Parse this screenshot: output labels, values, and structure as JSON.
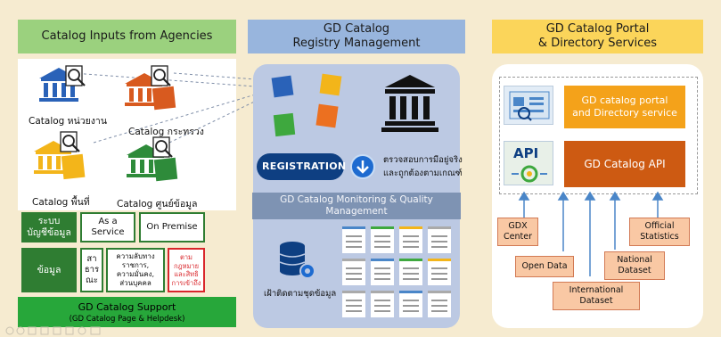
{
  "headers": {
    "inputs": "Catalog Inputs from Agencies",
    "registry_line1": "GD Catalog",
    "registry_line2": "Registry Management",
    "portal_line1": "GD Catalog Portal",
    "portal_line2": "& Directory Services"
  },
  "agencies": [
    {
      "label": "Catalog หน่วยงาน",
      "color": "#2a62b8"
    },
    {
      "label": "Catalog กระทรวง",
      "color": "#d85a1f"
    },
    {
      "label": "Catalog พื้นที่",
      "color": "#f3b51a"
    },
    {
      "label": "Catalog ศูนย์ข้อมูล",
      "color": "#2e8b3a"
    }
  ],
  "table": {
    "row1_head": "ระบบ\nบัญชีข้อมูล",
    "as_a_service": "As a\nService",
    "on_premise": "On Premise",
    "row2_head": "ข้อมูล",
    "public": "สา\nธาร\nณะ",
    "restricted": "ความลับทาง\nราชการ,\nความมั่นคง,\nส่วนบุคคล",
    "legal": "ตาม\nกฎหมาย\nและสิทธิ\nการเข้าถึง"
  },
  "support": {
    "title": "GD Catalog Support",
    "subtitle": "(GD Catalog Page & Helpdesk)"
  },
  "registry": {
    "registration": "REGISTRATION",
    "verify_line1": "ตรวจสอบการมีอยู่จริง",
    "verify_line2": "และถูกต้องตามเกณฑ์",
    "monitoring_line1": "GD Catalog Monitoring & Quality",
    "monitoring_line2": "Management",
    "watch": "เฝ้าติดตามชุดข้อมูล"
  },
  "portal": {
    "portal_service_line1": "GD catalog portal",
    "portal_service_line2": "and Directory service",
    "api_icon_label": "API",
    "api": "GD Catalog API",
    "sources": {
      "gdx": "GDX\nCenter",
      "official": "Official\nStatistics",
      "open_data": "Open Data",
      "national": "National\nDataset",
      "international": "International\nDataset"
    }
  },
  "colors": {
    "background": "#f6ebd0",
    "left_header": "#9bd17e",
    "mid_header": "#98b5dd",
    "right_header": "#fbd55a",
    "support": "#27a73a",
    "api": "#cd5a12",
    "portal_orange": "#f4a21a"
  }
}
